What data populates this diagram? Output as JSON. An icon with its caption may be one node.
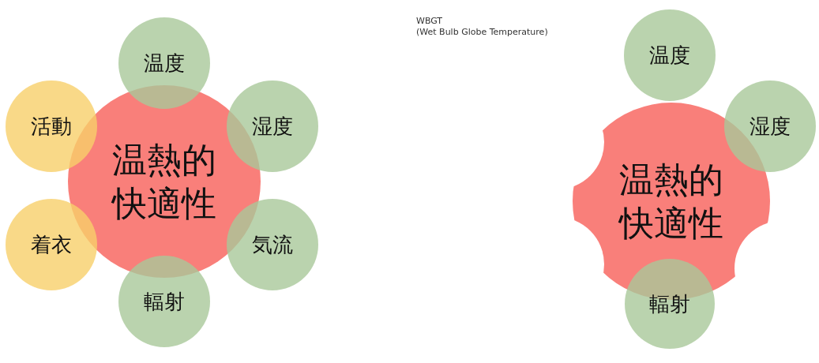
{
  "diagram": {
    "nodes": [
      {
        "text": [
          "温熱的快適性"
        ]
      },
      {
        "text": [
          "温度"
        ]
      },
      {
        "text": [
          "湿度"
        ]
      },
      {
        "text": [
          "気流"
        ]
      },
      {
        "text": [
          "輻射"
        ]
      },
      {
        "text": [
          "着衣"
        ]
      },
      {
        "text": [
          "活動"
        ]
      },
      {
        "text": [
          "温熱的快適性"
        ]
      },
      {
        "text": [
          "温度"
        ]
      },
      {
        "text": [
          "湿度"
        ]
      },
      {
        "text": [
          "輻射"
        ]
      }
    ],
    "labels": [
      "WBGT",
      "(Wet Bulb Globe Temperature)"
    ]
  }
}
